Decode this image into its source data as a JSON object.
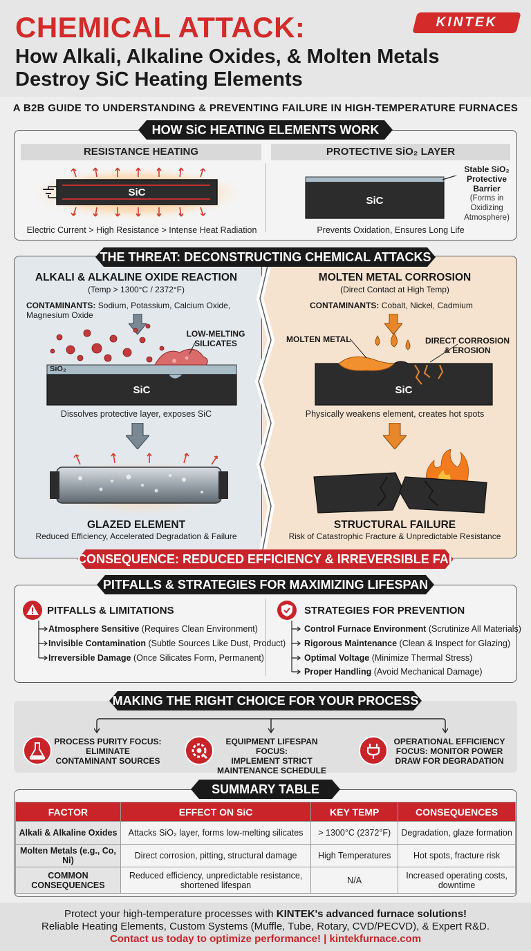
{
  "header": {
    "title_line1": "CHEMICAL ATTACK:",
    "title_line2": "How Alkali, Alkaline Oxides, & Molten Metals",
    "title_line3": "Destroy SiC Heating Elements",
    "logo": "KINTEK",
    "subtitle": "A B2B GUIDE TO UNDERSTANDING & PREVENTING FAILURE IN HIGH-TEMPERATURE FURNACES"
  },
  "how": {
    "banner": "HOW SiC HEATING ELEMENTS WORK",
    "left_title": "RESISTANCE HEATING",
    "left_bar": "SiC",
    "left_caption": "Electric Current > High Resistance > Intense Heat Radiation",
    "right_title": "PROTECTIVE SiO₂ LAYER",
    "right_bar": "SiC",
    "right_note_bold": "Stable SiO₂ Protective Barrier",
    "right_note": "(Forms in Oxidizing Atmosphere)",
    "right_caption": "Prevents Oxidation, Ensures Long Life"
  },
  "threat": {
    "banner": "THE THREAT: DECONSTRUCTING CHEMICAL ATTACKS",
    "left": {
      "title": "ALKALI & ALKALINE OXIDE REACTION",
      "sub": "(Temp > 1300°C / 2372°F)",
      "contaminants_label": "CONTAMINANTS:",
      "contaminants_line1": "Sodium, Potassium, Calcium Oxide,",
      "contaminants_line2": "Magnesium Oxide",
      "silicates_label": "LOW-MELTING SILICATES",
      "sio2": "SiO₂",
      "bar": "SiC",
      "caption1": "Dissolves protective layer, exposes SiC",
      "result_title": "GLAZED ELEMENT",
      "result_caption": "Reduced Efficiency, Accelerated Degradation & Failure"
    },
    "right": {
      "title": "MOLTEN METAL CORROSION",
      "sub": "(Direct Contact at High Temp)",
      "contaminants_label": "CONTAMINANTS:",
      "contaminants": "Cobalt, Nickel, Cadmium",
      "molten_label": "MOLTEN METAL",
      "corrosion_label": "DIRECT CORROSION & EROSION",
      "bar": "SiC",
      "caption1": "Physically weakens element, creates hot spots",
      "result_title": "STRUCTURAL FAILURE",
      "result_caption": "Risk of Catastrophic Fracture & Unpredictable Resistance"
    },
    "consequence": "CONSEQUENCE: REDUCED EFFICIENCY & IRREVERSIBLE FAILURE"
  },
  "pitfalls": {
    "banner": "PITFALLS & STRATEGIES FOR MAXIMIZING LIFESPAN",
    "left_title": "PITFALLS & LIMITATIONS",
    "left_items": [
      {
        "bold": "Atmosphere Sensitive",
        "rest": "(Requires Clean Environment)"
      },
      {
        "bold": "Invisible Contamination",
        "rest": "(Subtle Sources Like Dust, Product)"
      },
      {
        "bold": "Irreversible Damage",
        "rest": "(Once Silicates Form, Permanent)"
      }
    ],
    "right_title": "STRATEGIES FOR PREVENTION",
    "right_items": [
      {
        "bold": "Control Furnace Environment",
        "rest": "(Scrutinize All Materials)"
      },
      {
        "bold": "Rigorous Maintenance",
        "rest": "(Clean & Inspect for Glazing)"
      },
      {
        "bold": "Optimal Voltage",
        "rest": "(Minimize Thermal Stress)"
      },
      {
        "bold": "Proper Handling",
        "rest": "(Avoid Mechanical Damage)"
      }
    ]
  },
  "choice": {
    "banner": "MAKING THE RIGHT CHOICE FOR YOUR PROCESS",
    "items": [
      {
        "line1": "PROCESS PURITY FOCUS:",
        "line2": "ELIMINATE",
        "line3": "CONTAMINANT SOURCES",
        "icon": "flask-icon"
      },
      {
        "line1": "EQUIPMENT LIFESPAN FOCUS:",
        "line2": "IMPLEMENT STRICT",
        "line3": "MAINTENANCE SCHEDULE",
        "icon": "gear-wrench-icon"
      },
      {
        "line1": "OPERATIONAL EFFICIENCY",
        "line2": "FOCUS: MONITOR POWER",
        "line3": "DRAW FOR DEGRADATION",
        "icon": "plug-icon"
      }
    ]
  },
  "table": {
    "banner": "SUMMARY TABLE",
    "headers": [
      "FACTOR",
      "EFFECT ON SiC",
      "KEY TEMP",
      "CONSEQUENCES"
    ],
    "rows": [
      [
        "Alkali & Alkaline Oxides",
        "Attacks SiO₂ layer, forms low-melting silicates",
        "> 1300°C (2372°F)",
        "Degradation, glaze formation"
      ],
      [
        "Molten Metals (e.g., Co, Ni)",
        "Direct corrosion, pitting, structural damage",
        "High Temperatures",
        "Hot spots, fracture risk"
      ],
      [
        "COMMON CONSEQUENCES",
        "Reduced efficiency, unpredictable resistance, shortened lifespan",
        "N/A",
        "Increased operating costs, downtime"
      ]
    ]
  },
  "footer": {
    "line1_a": "Protect your high-temperature processes with ",
    "line1_b": "KINTEK's advanced furnace solutions!",
    "line2": "Reliable Heating Elements, Custom Systems (Muffle, Tube, Rotary, CVD/PECVD), & Expert R&D.",
    "line3_a": "Contact us",
    "line3_b": " today to optimize performance! | ",
    "line3_c": "kintekfurnace.com"
  },
  "colors": {
    "accent": "#c8242a",
    "dark": "#1a1a1a",
    "molten": "#e8862a"
  }
}
